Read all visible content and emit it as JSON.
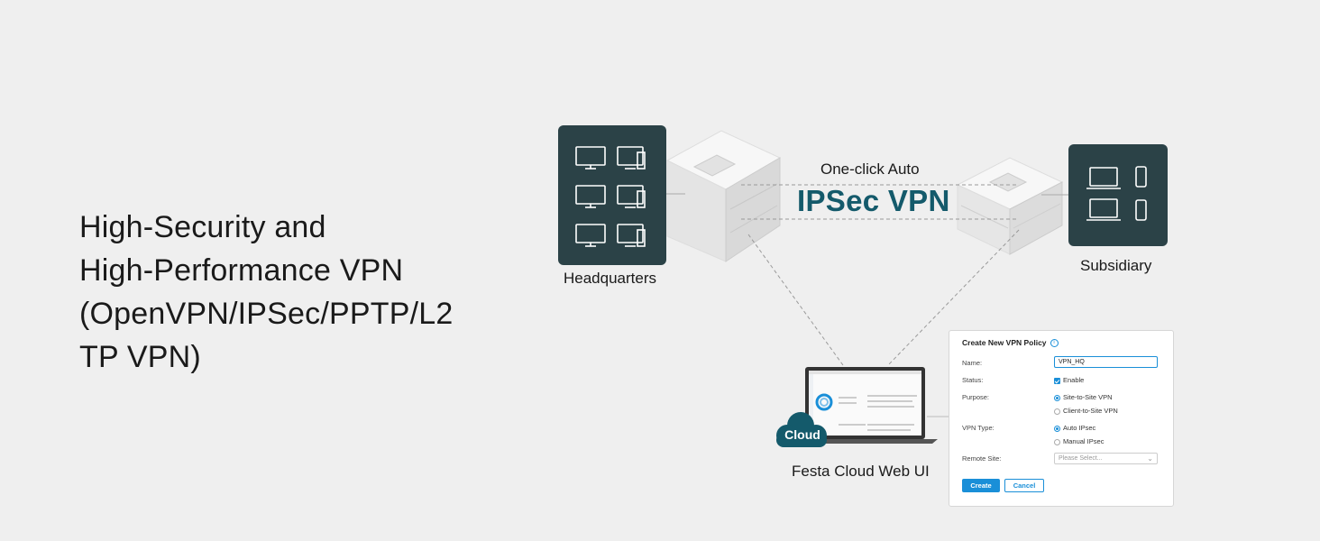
{
  "headline": {
    "line1": "High-Security and",
    "line2": "High-Performance VPN",
    "line3": "(OpenVPN/IPSec/PPTP/L2",
    "line4": "TP VPN)"
  },
  "diagram": {
    "hq_label": "Headquarters",
    "sub_label": "Subsidiary",
    "link_caption_small": "One-click Auto",
    "link_caption_big": "IPSec VPN",
    "cloud_badge": "Cloud",
    "cloud_label": "Festa Cloud Web UI",
    "hq_icons": [
      "desktop-icon",
      "desktop-icon",
      "desktop-icon",
      "desktop-icon",
      "desktop-icon",
      "desktop-icon"
    ],
    "sub_icons": [
      "laptop-icon",
      "phone-icon",
      "laptop-icon",
      "phone-icon"
    ]
  },
  "panel": {
    "title": "Create New VPN Policy",
    "name_label": "Name:",
    "name_value": "VPN_HQ",
    "status_label": "Status:",
    "status_option": "Enable",
    "purpose_label": "Purpose:",
    "purpose_options": [
      "Site-to-Site VPN",
      "Client-to-Site VPN"
    ],
    "purpose_selected": "Site-to-Site VPN",
    "vpn_type_label": "VPN Type:",
    "vpn_type_options": [
      "Auto IPsec",
      "Manual IPsec"
    ],
    "vpn_type_selected": "Auto IPsec",
    "remote_site_label": "Remote Site:",
    "remote_site_placeholder": "Please Select...",
    "create_button": "Create",
    "cancel_button": "Cancel"
  },
  "colors": {
    "background": "#efefef",
    "tile": "#2b4247",
    "accent_teal": "#145a6b",
    "accent_blue": "#1a8fd8"
  }
}
